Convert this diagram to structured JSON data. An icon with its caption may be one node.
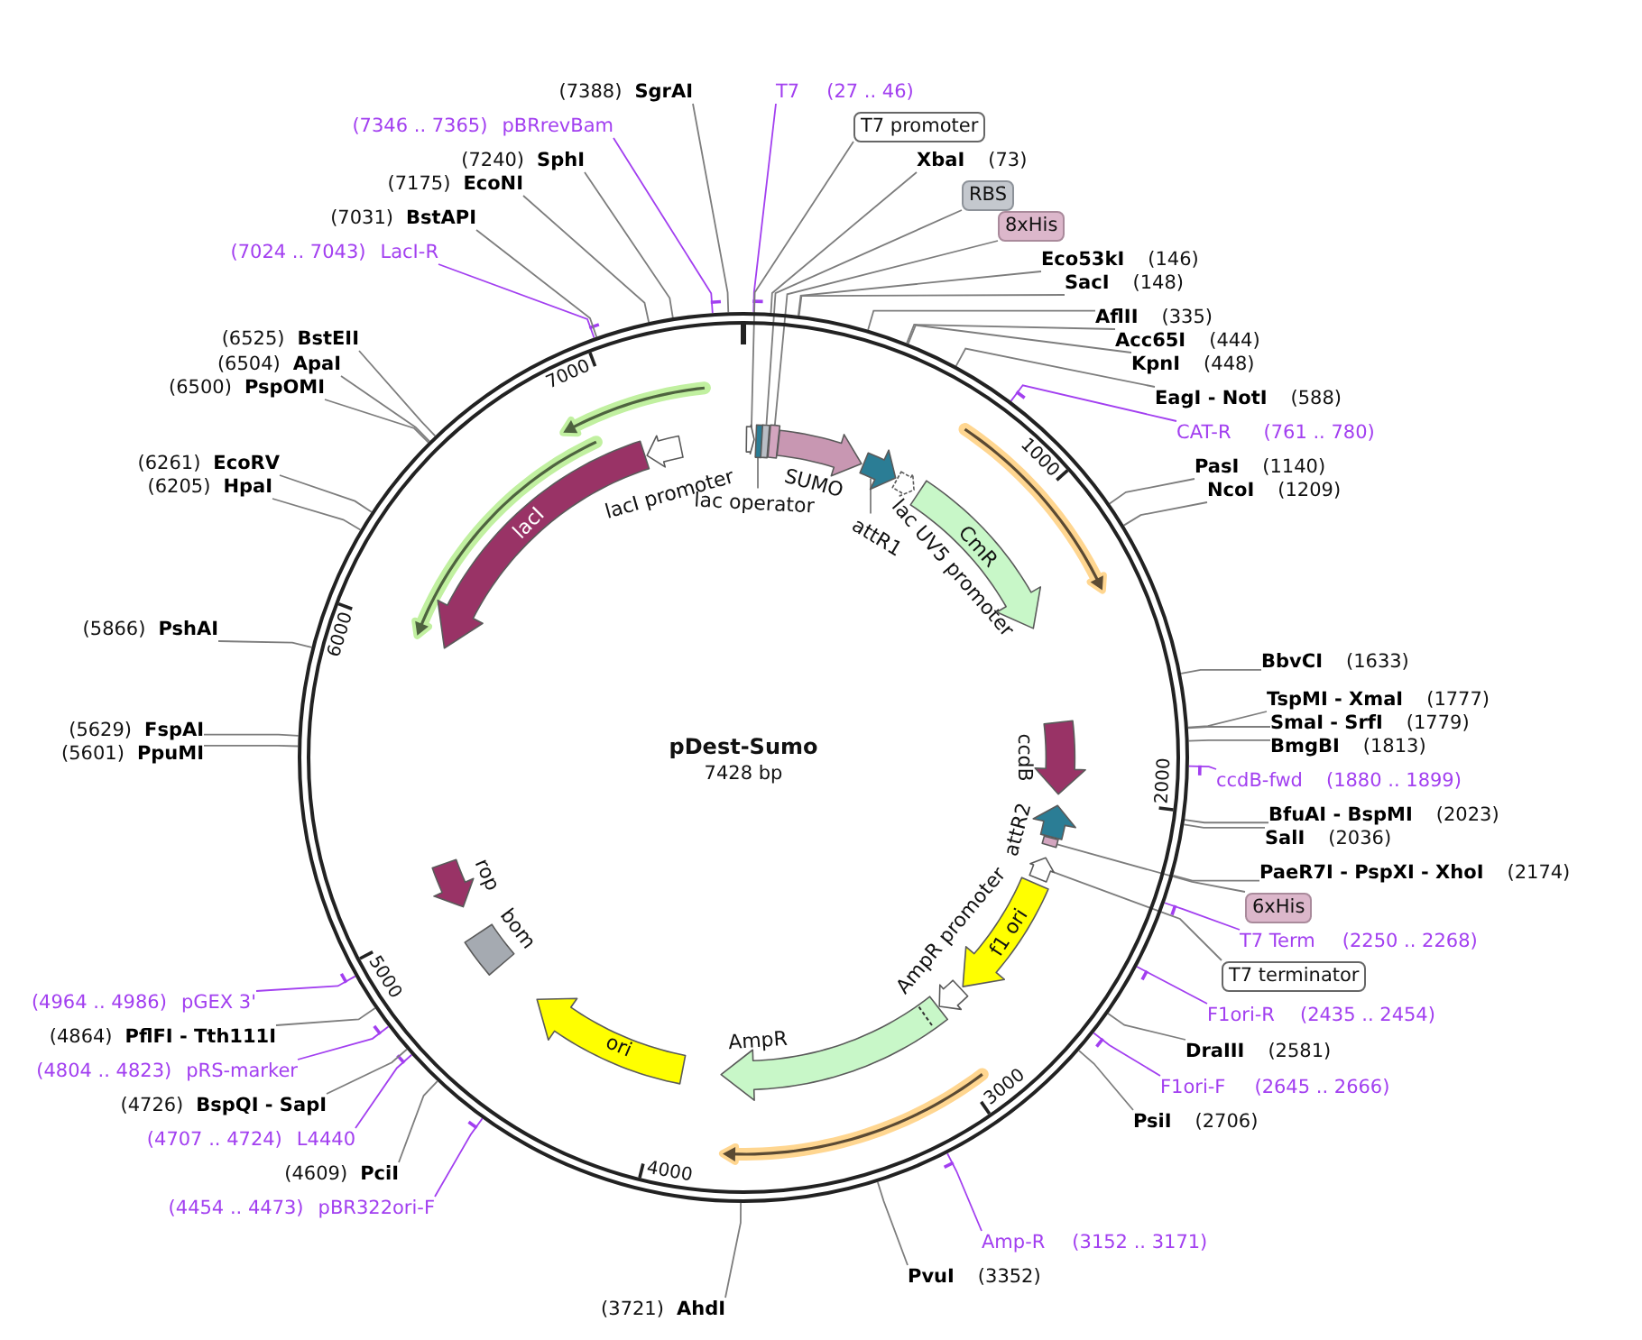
{
  "diagram": {
    "nodes": [
      {
        "text": [
          "pDest-Sumo",
          "7428 bp"
        ]
      },
      {
        "text": [
          "lacI"
        ],
        "in": 0
      },
      {
        "text": [],
        "shape": "arrow",
        "beside": [
          "lacI promoter"
        ],
        "in": 0
      },
      {
        "text": [],
        "shape": "arrow",
        "in": 0
      },
      {
        "text": [],
        "shape": "box",
        "in": 0
      },
      {
        "text": [],
        "shape": "box",
        "in": 0
      },
      {
        "text": [],
        "shape": "box",
        "in": 0
      },
      {
        "text": [],
        "shape": "arrow",
        "beside": [
          "SUMO"
        ],
        "in": 0
      },
      {
        "text": [],
        "shape": "arrow",
        "in": 0
      },
      {
        "text": [],
        "shape": "arrow",
        "in": 0
      },
      {
        "text": [
          "CmR"
        ],
        "in": 0
      },
      {
        "text": [],
        "shape": "arrow",
        "beside": [
          "ccdB"
        ],
        "in": 0
      },
      {
        "text": [],
        "shape": "arrow",
        "beside": [
          "attR2"
        ],
        "in": 0
      },
      {
        "text": [],
        "shape": "box",
        "in": 0
      },
      {
        "text": [],
        "shape": "arrow",
        "in": 0
      },
      {
        "text": [
          "f1 ori"
        ],
        "in": 0
      },
      {
        "text": [],
        "shape": "arrow",
        "beside": [
          "AmpR promoter"
        ],
        "in": 0
      },
      {
        "text": [],
        "shape": "arrow",
        "beside": [
          "AmpR"
        ],
        "in": 0
      },
      {
        "text": [
          "ori"
        ],
        "in": 0
      },
      {
        "text": [],
        "shape": "box",
        "beside": [
          "bom"
        ],
        "in": 0
      },
      {
        "text": [],
        "shape": "arrow",
        "beside": [
          "rop"
        ],
        "in": 0
      },
      {
        "text": [
          "lac operator"
        ],
        "in": 0
      },
      {
        "text": [
          "attR1"
        ],
        "in": 0
      },
      {
        "text": [
          "T7",
          "(27 .. 46)"
        ]
      },
      {
        "text": [
          "T7 promoter"
        ]
      },
      {
        "text": [
          "XbaI",
          "(73)"
        ]
      },
      {
        "text": [
          "RBS"
        ]
      },
      {
        "text": [
          "8xHis"
        ]
      },
      {
        "text": [
          "Eco53kI",
          "(146)"
        ]
      },
      {
        "text": [
          "SacI",
          "(148)"
        ]
      },
      {
        "text": [
          "AflII",
          "(335)"
        ]
      },
      {
        "text": [
          "Acc65I",
          "(444)"
        ]
      },
      {
        "text": [
          "KpnI",
          "(448)"
        ]
      },
      {
        "text": [
          "EagI - NotI",
          "(588)"
        ]
      },
      {
        "text": [
          "CAT-R",
          "(761 .. 780)"
        ]
      },
      {
        "text": [
          "PasI",
          "(1140)"
        ]
      },
      {
        "text": [
          "NcoI",
          "(1209)"
        ]
      },
      {
        "text": [
          "BbvCI",
          "(1633)"
        ]
      },
      {
        "text": [
          "TspMI - XmaI",
          "(1777)"
        ]
      },
      {
        "text": [
          "SmaI - SrfI",
          "(1779)"
        ]
      },
      {
        "text": [
          "BmgBI",
          "(1813)"
        ]
      },
      {
        "text": [
          "ccdB-fwd",
          "(1880 .. 1899)"
        ]
      },
      {
        "text": [
          "BfuAI - BspMI",
          "(2023)"
        ]
      },
      {
        "text": [
          "SalI",
          "(2036)"
        ]
      },
      {
        "text": [
          "PaeR7I - PspXI - XhoI",
          "(2174)"
        ]
      },
      {
        "text": [
          "6xHis"
        ]
      },
      {
        "text": [
          "T7 Term",
          "(2250 .. 2268)"
        ]
      },
      {
        "text": [
          "T7 terminator"
        ]
      },
      {
        "text": [
          "F1ori-R",
          "(2435 .. 2454)"
        ]
      },
      {
        "text": [
          "DraIII",
          "(2581)"
        ]
      },
      {
        "text": [
          "F1ori-F",
          "(2645 .. 2666)"
        ]
      },
      {
        "text": [
          "PsiI",
          "(2706)"
        ]
      },
      {
        "text": [
          "Amp-R",
          "(3152 .. 3171)"
        ]
      },
      {
        "text": [
          "PvuI",
          "(3352)"
        ]
      },
      {
        "text": [
          "(3721)",
          "AhdI"
        ]
      },
      {
        "text": [
          "(4454 .. 4473)",
          "pBR322ori-F"
        ]
      },
      {
        "text": [
          "(4609)",
          "PciI"
        ]
      },
      {
        "text": [
          "(4707 .. 4724)",
          "L4440"
        ]
      },
      {
        "text": [
          "(4726)",
          "BspQI - SapI"
        ]
      },
      {
        "text": [
          "(4804 .. 4823)",
          "pRS-marker"
        ]
      },
      {
        "text": [
          "(4864)",
          "PflFI - Tth111I"
        ]
      },
      {
        "text": [
          "(4964 .. 4986)",
          "pGEX 3'"
        ]
      },
      {
        "text": [
          "(5601)",
          "PpuMI"
        ]
      },
      {
        "text": [
          "(5629)",
          "FspAI"
        ]
      },
      {
        "text": [
          "(5866)",
          "PshAI"
        ]
      },
      {
        "text": [
          "(6205)",
          "HpaI"
        ]
      },
      {
        "text": [
          "(6261)",
          "EcoRV"
        ]
      },
      {
        "text": [
          "(6500)",
          "PspOMI"
        ]
      },
      {
        "text": [
          "(6504)",
          "ApaI"
        ]
      },
      {
        "text": [
          "(6525)",
          "BstEII"
        ]
      },
      {
        "text": [
          "(7024 .. 7043)",
          "LacI-R"
        ]
      },
      {
        "text": [
          "(7031)",
          "BstAPI"
        ]
      },
      {
        "text": [
          "(7175)",
          "EcoNI"
        ]
      },
      {
        "text": [
          "(7240)",
          "SphI"
        ]
      },
      {
        "text": [
          "(7346 .. 7365)",
          "pBRrevBam"
        ]
      },
      {
        "text": [
          "(7388)",
          "SgrAI"
        ]
      }
    ],
    "edges": [
      {
        "from": 21,
        "to": 4,
        "arrow": "none"
      },
      {
        "from": 22,
        "to": 8,
        "arrow": "none"
      },
      {
        "from": 23,
        "to": 0,
        "arrow": "other",
        "color": "#a23ff0"
      },
      {
        "from": 24,
        "to": 3,
        "arrow": "none"
      },
      {
        "from": 25,
        "to": 0,
        "arrow": "none"
      },
      {
        "from": 26,
        "to": 5,
        "arrow": "none"
      },
      {
        "from": 27,
        "to": 6,
        "arrow": "none"
      },
      {
        "from": 28,
        "to": 0,
        "arrow": "none"
      },
      {
        "from": 29,
        "to": 0,
        "arrow": "none"
      },
      {
        "from": 30,
        "to": 0,
        "arrow": "none"
      },
      {
        "from": 31,
        "to": 0,
        "arrow": "none"
      },
      {
        "from": 32,
        "to": 0,
        "arrow": "none"
      },
      {
        "from": 33,
        "to": 0,
        "arrow": "none"
      },
      {
        "from": 34,
        "to": 0,
        "arrow": "other",
        "color": "#a23ff0"
      },
      {
        "from": 35,
        "to": 0,
        "arrow": "none"
      },
      {
        "from": 36,
        "to": 0,
        "arrow": "none"
      },
      {
        "from": 37,
        "to": 0,
        "arrow": "none"
      },
      {
        "from": 38,
        "to": 0,
        "arrow": "none"
      },
      {
        "from": 39,
        "to": 0,
        "arrow": "none"
      },
      {
        "from": 40,
        "to": 0,
        "arrow": "none"
      },
      {
        "from": 41,
        "to": 0,
        "arrow": "other",
        "color": "#a23ff0"
      },
      {
        "from": 42,
        "to": 0,
        "arrow": "none"
      },
      {
        "from": 43,
        "to": 0,
        "arrow": "none"
      },
      {
        "from": 44,
        "to": 0,
        "arrow": "none"
      },
      {
        "from": 45,
        "to": 13,
        "arrow": "none"
      },
      {
        "from": 46,
        "to": 0,
        "arrow": "other",
        "color": "#a23ff0"
      },
      {
        "from": 47,
        "to": 14,
        "arrow": "none"
      },
      {
        "from": 48,
        "to": 0,
        "arrow": "other",
        "color": "#a23ff0"
      },
      {
        "from": 49,
        "to": 0,
        "arrow": "none"
      },
      {
        "from": 50,
        "to": 0,
        "arrow": "other",
        "color": "#a23ff0"
      },
      {
        "from": 51,
        "to": 0,
        "arrow": "none"
      },
      {
        "from": 52,
        "to": 0,
        "arrow": "other",
        "color": "#a23ff0"
      },
      {
        "from": 53,
        "to": 0,
        "arrow": "none"
      },
      {
        "from": 54,
        "to": 0,
        "arrow": "none"
      },
      {
        "from": 55,
        "to": 0,
        "arrow": "other",
        "color": "#a23ff0"
      },
      {
        "from": 56,
        "to": 0,
        "arrow": "none"
      },
      {
        "from": 57,
        "to": 0,
        "arrow": "other",
        "color": "#a23ff0"
      },
      {
        "from": 58,
        "to": 0,
        "arrow": "none"
      },
      {
        "from": 59,
        "to": 0,
        "arrow": "other",
        "color": "#a23ff0"
      },
      {
        "from": 60,
        "to": 0,
        "arrow": "none"
      },
      {
        "from": 61,
        "to": 0,
        "arrow": "other",
        "color": "#a23ff0"
      },
      {
        "from": 62,
        "to": 0,
        "arrow": "none"
      },
      {
        "from": 63,
        "to": 0,
        "arrow": "none"
      },
      {
        "from": 64,
        "to": 0,
        "arrow": "none"
      },
      {
        "from": 65,
        "to": 0,
        "arrow": "none"
      },
      {
        "from": 66,
        "to": 0,
        "arrow": "none"
      },
      {
        "from": 67,
        "to": 0,
        "arrow": "none"
      },
      {
        "from": 68,
        "to": 0,
        "arrow": "none"
      },
      {
        "from": 69,
        "to": 0,
        "arrow": "none"
      },
      {
        "from": 70,
        "to": 0,
        "arrow": "other",
        "color": "#a23ff0"
      },
      {
        "from": 71,
        "to": 0,
        "arrow": "none"
      },
      {
        "from": 72,
        "to": 0,
        "arrow": "none"
      },
      {
        "from": 73,
        "to": 0,
        "arrow": "none"
      },
      {
        "from": 74,
        "to": 0,
        "arrow": "other",
        "color": "#a23ff0"
      },
      {
        "from": 75,
        "to": 0,
        "arrow": "none"
      }
    ],
    "labels": [
      "lac UV5 promoter",
      "1000",
      "2000",
      "3000",
      "4000",
      "5000",
      "6000",
      "7000"
    ]
  }
}
